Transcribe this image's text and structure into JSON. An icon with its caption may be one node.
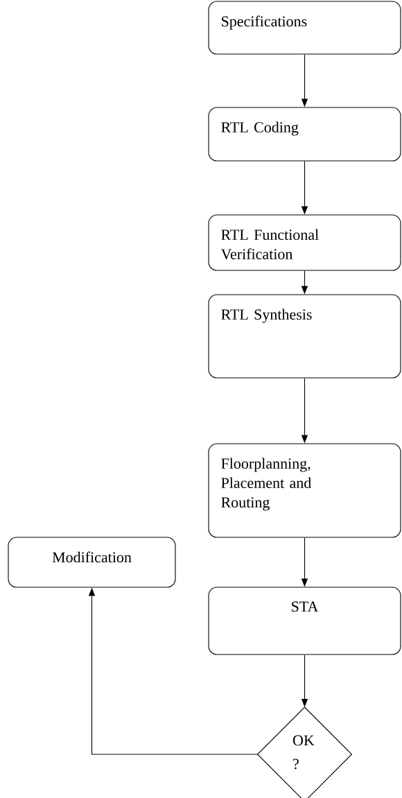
{
  "diagram": {
    "nodes": [
      {
        "text": [
          "Specifications"
        ]
      },
      {
        "text": [
          "RTL Coding"
        ]
      },
      {
        "text": [
          "RTL Functional Verification"
        ]
      },
      {
        "text": [
          "RTL Synthesis"
        ]
      },
      {
        "text": [
          "Floorplanning, Placement and Routing"
        ]
      },
      {
        "text": [
          "Modification"
        ]
      },
      {
        "text": [
          "STA"
        ]
      },
      {
        "text": [
          "OK ?"
        ]
      }
    ],
    "edges": [
      {
        "from": 0,
        "to": 1,
        "arrow": "to"
      },
      {
        "from": 1,
        "to": 2,
        "arrow": "to"
      },
      {
        "from": 2,
        "to": 3,
        "arrow": "to"
      },
      {
        "from": 3,
        "to": 4,
        "arrow": "to"
      },
      {
        "from": 4,
        "to": 6,
        "arrow": "to"
      },
      {
        "from": 6,
        "to": 7,
        "arrow": "to"
      },
      {
        "from": 7,
        "to": 5,
        "arrow": "to"
      }
    ]
  }
}
